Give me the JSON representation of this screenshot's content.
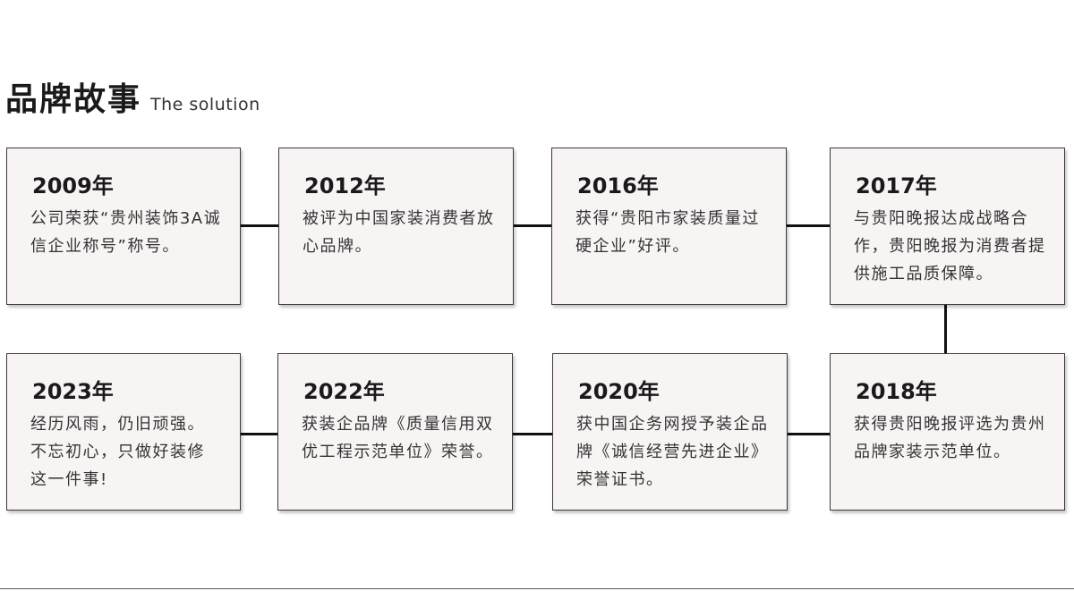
{
  "header": {
    "title": "品牌故事",
    "subtitle": "The solution"
  },
  "milestones": [
    {
      "year": "2009年",
      "text": "公司荣获“贵州装饰3A诚信企业称号”称号。"
    },
    {
      "year": "2012年",
      "text": "被评为中国家装消费者放心品牌。"
    },
    {
      "year": "2016年",
      "text": "获得“贵阳市家装质量过硬企业”好评。"
    },
    {
      "year": "2017年",
      "text": "与贵阳晚报达成战略合作，贵阳晚报为消费者提供施工品质保障。"
    },
    {
      "year": "2018年",
      "text": "获得贵阳晚报评选为贵州品牌家装示范单位。"
    },
    {
      "year": "2020年",
      "text": "获中国企务网授予装企品牌《诚信经营先进企业》荣誉证书。"
    },
    {
      "year": "2022年",
      "text": "获装企品牌《质量信用双优工程示范单位》荣誉。"
    },
    {
      "year": "2023年",
      "text": "经历风雨，仍旧顽强。不忘初心，只做好装修这一件事!"
    }
  ]
}
